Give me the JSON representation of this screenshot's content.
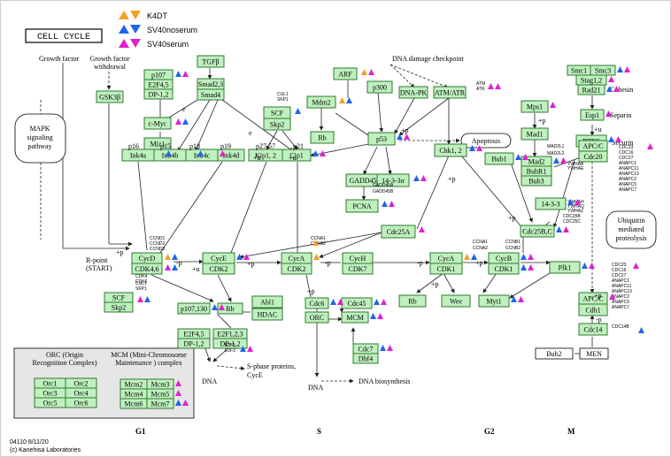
{
  "title": "CELL CYCLE",
  "legend": [
    {
      "label": "K4DT",
      "colors": [
        "#f4a020",
        "#f4a020"
      ]
    },
    {
      "label": "SV40noserum",
      "colors": [
        "#1f66e5",
        "#1f66e5"
      ]
    },
    {
      "label": "SV40serum",
      "colors": [
        "#e020d0",
        "#e020d0"
      ]
    }
  ],
  "colors": {
    "orange": "#f4a020",
    "blue": "#1f66e5",
    "magenta": "#e020d0",
    "node_fill": "#bff0bf"
  },
  "nodes": {
    "tgfb": "TGFβ",
    "smad23": "Smad2,3",
    "smad4": "Smad4",
    "p107": "p107",
    "e2f45a": "E2F4,5",
    "dp12a": "DP-1,2",
    "cmyc": "c-Myc",
    "miz1": "Miz1",
    "gsk3b": "GSK3β",
    "scf1": "SCF",
    "skp2a": "Skp2",
    "ink4a": "Ink4a",
    "ink4b": "Ink4b",
    "ink4c": "Ink4c",
    "ink4d": "Ink4d",
    "kip12": "Kip1, 2",
    "cip1": "Cip1",
    "arf": "ARF",
    "mdm2": "Mdm2",
    "rb1": "Rb",
    "p300": "p300",
    "dnapk": "DNA-PK",
    "atmatr": "ATM/ATR",
    "p53": "p53",
    "gadd45": "GADD45",
    "b1433a": "14-3-3σ",
    "chk12": "Chk1, 2",
    "pcna": "PCNA",
    "cdc25a": "Cdc25A",
    "cycd": "CycD",
    "cdk46": "CDK4,6",
    "cyce": "CycE",
    "cdk2a": "CDK2",
    "cyca1": "CycA",
    "cdk2b": "CDK2",
    "cych": "CycH",
    "cdk7": "CDK7",
    "cyca2": "CycA",
    "cdk1a": "CDK1",
    "cycb": "CycB",
    "cdk1b": "CDK1",
    "scf2": "SCF",
    "skp2b": "Skp2",
    "abl1": "Abl1",
    "hdac": "HDAC",
    "p107130": "p107,130",
    "rb2": "Rb",
    "e2f45b": "E2F4,5",
    "dp12b": "DP-1,2",
    "e2f123": "E2F1,2,3",
    "dp12c": "DP-1,2",
    "cdc6": "Cdc6",
    "cdc45": "Cdc45",
    "orc1": "ORC",
    "mcm1": "MCM",
    "cdc7": "Cdc7",
    "dbf4": "Dbf4",
    "rb3": "Rb",
    "wee": "Wee",
    "myt1": "Myt1",
    "plk1": "Plk1",
    "mps1": "Mps1",
    "mad1": "Mad1",
    "mad2": "Mad2",
    "bubr1": "BubR1",
    "bub3": "Bub3",
    "bub1": "Bub1",
    "b1433b": "14-3-3",
    "cdc25bc": "Cdc25B,C",
    "smc1": "Smc1",
    "smc3": "Smc3",
    "stag12": "Stag1,2",
    "rad21": "Rad21",
    "esp1": "Esp1",
    "pttg": "PTTG",
    "apcc1": "APC/C",
    "cdc20": "Cdc20",
    "apcc2": "APC/C",
    "cdh1": "Cdh1",
    "cdc14": "Cdc14",
    "bub2": "Bub2",
    "men": "MEN",
    "orc1b": "Orc1",
    "orc2": "Orc2",
    "orc3": "Orc3",
    "orc4": "Orc4",
    "orc5": "Orc5",
    "orc6": "Orc6",
    "mcm2": "Mcm2",
    "mcm3": "Mcm3",
    "mcm4": "Mcm4",
    "mcm5": "Mcm5",
    "mcm6": "Mcm6",
    "mcm7": "Mcm7"
  },
  "labels": {
    "growth_factor": "Growth factor",
    "gf_withdrawal_1": "Growth factor",
    "gf_withdrawal_2": "withdrawal",
    "mapk_1": "MAPK",
    "mapk_2": "signaling",
    "mapk_3": "pathway",
    "damage": "DNA damage checkpoint",
    "apoptosis": "Apoptosis",
    "ubiq_1": "Ubiquitin",
    "ubiq_2": "mediated",
    "ubiq_3": "proteolysis",
    "rpoint_1": "R-point",
    "rpoint_2": "(START)",
    "cohesin": "Cohesin",
    "separin": "Separin",
    "securin": "Securin",
    "sphase_1": "S-phase proteins,",
    "sphase_2": "CycE",
    "dna1": "DNA",
    "dna2": "DNA",
    "dna_bio": "DNA biosynthesis",
    "p16": "p16",
    "p15": "p15",
    "p18": "p18",
    "p19": "p19",
    "p2757": "p27,57",
    "p21": "p21",
    "orc_box_1": "ORC (Origin",
    "orc_box_2": "Recognition Complex)",
    "mcm_box_1": "MCM (Mini-Chromosome",
    "mcm_box_2": "Maintenance ) complex",
    "atm_g": "ATM",
    "atr_g": "ATR",
    "cul1a": "CUL1",
    "skp1a": "SKP1",
    "cul1b": "CUL1",
    "skp1b": "SKP1",
    "ccnd1": "CCND1",
    "ccnd2": "CCND2",
    "ccnd3": "CCND3",
    "cdk4": "CDK4",
    "cdk6": "CDK6",
    "gadd45a": "GADD45A",
    "gadd45b": "GADD45B",
    "ccna1a": "CCNA1",
    "ccna2a": "CCNA2",
    "ccna1b": "CCNA1",
    "ccna2b": "CCNA2",
    "ccnb1": "CCNB1",
    "ccnb2": "CCNB2",
    "e2f1": "E2F1",
    "e2f3": "E2F3",
    "mad2l1": "MAD2L1",
    "mad2l2": "MAD2L2",
    "ywhab": "YWHAB",
    "ywhae": "YWHAE",
    "ywhah": "YWHAH",
    "ywhaq": "YWHAQ",
    "ywhaz": "YWHAZ",
    "cdc25b": "CDC25B",
    "cdc25c": "CDC25C",
    "cdc23a": "CDC23",
    "cdc16a": "CDC16",
    "cdc27a": "CDC27",
    "anapc1a": "ANAPC1",
    "anapc11a": "ANAPC11",
    "anapc13a": "ANAPC13",
    "anapc2a": "ANAPC2",
    "anapc5a": "ANAPC5",
    "anapc7a": "ANAPC7",
    "cdc23b": "CDC23",
    "cdc16b": "CDC16",
    "cdc27b": "CDC27",
    "anapc1b": "ANAPC1",
    "anapc11b": "ANAPC11",
    "anapc13b": "ANAPC13",
    "anapc2b": "ANAPC2",
    "anapc5b": "ANAPC5",
    "anapc7b": "ANAPC7",
    "cdc14b": "CDC14B",
    "g1": "G1",
    "s": "S",
    "g2": "G2",
    "m": "M",
    "footer_1": "04110 8/11/20",
    "footer_2": "(c) Kanehisa Laboratories",
    "plus_p": "+p",
    "minus_p": "-p",
    "plus_u": "+u",
    "e_mark": "e"
  }
}
